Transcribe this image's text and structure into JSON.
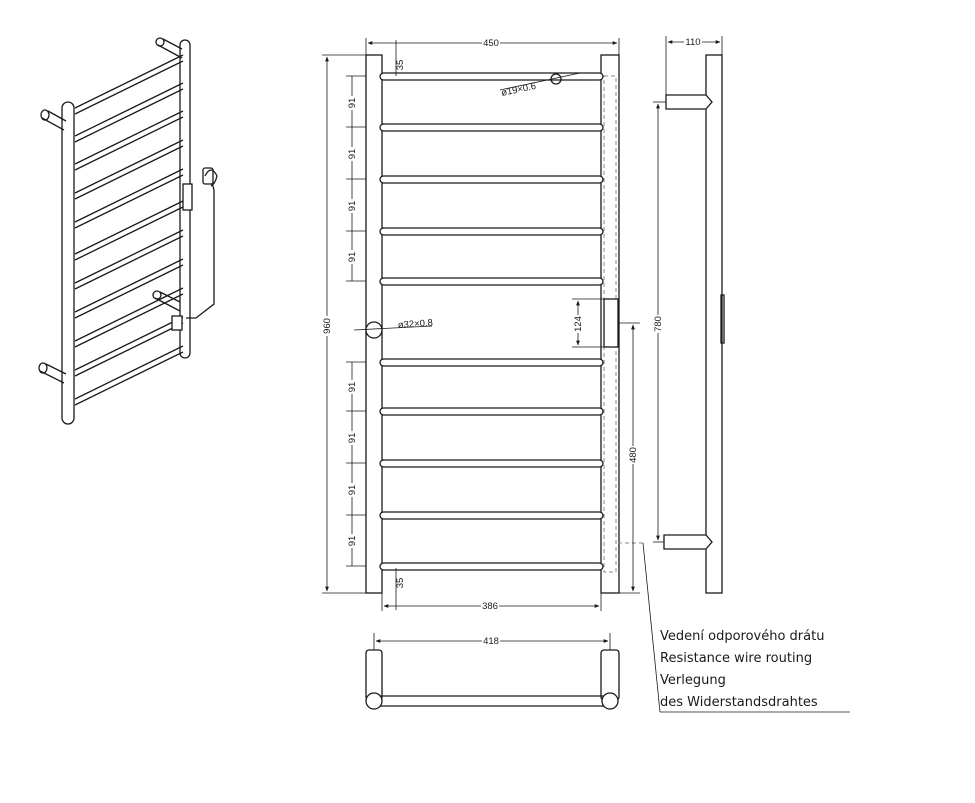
{
  "dimensions": {
    "overall_width": "450",
    "depth": "110",
    "overall_height": "960",
    "top_margin": "35",
    "bottom_margin": "35",
    "bar_pitch": "91",
    "small_tube": "ø19×0.6",
    "large_tube": "ø32×0.8",
    "box_height": "124",
    "mount_spacing": "780",
    "wire_height": "480",
    "inner_width": "386",
    "bottom_view_width": "418"
  },
  "note": {
    "lines": [
      "Vedení odporového drátu",
      "Resistance wire routing",
      "Verlegung",
      "des Widerstandsdrahtes"
    ]
  }
}
